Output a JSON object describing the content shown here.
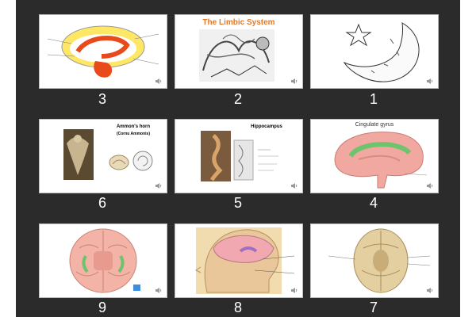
{
  "colors": {
    "background": "#2b2b2b",
    "card": "#ffffff",
    "label": "#ffffff"
  },
  "slides": [
    {
      "number": "3",
      "title": "",
      "image": "limbic-lobe-diagram"
    },
    {
      "number": "2",
      "title": "The Limbic System",
      "image": "engraving-illustration"
    },
    {
      "number": "1",
      "title": "",
      "image": "crescent-moon-and-star-drawing"
    },
    {
      "number": "6",
      "title": "Ammon's horn",
      "subtitle": "(Cornu Ammonis)",
      "image": "ram-horn-and-shell"
    },
    {
      "number": "5",
      "title": "Hippocampus",
      "image": "seahorse-and-hippocampus"
    },
    {
      "number": "4",
      "title": "Cingulate gyrus",
      "image": "brain-sagittal-section"
    },
    {
      "number": "9",
      "title": "",
      "image": "brain-inferior-view"
    },
    {
      "number": "8",
      "title": "",
      "image": "head-profile-brain"
    },
    {
      "number": "7",
      "title": "",
      "image": "brain-base-photo"
    }
  ],
  "audio_icon": "speaker-icon"
}
